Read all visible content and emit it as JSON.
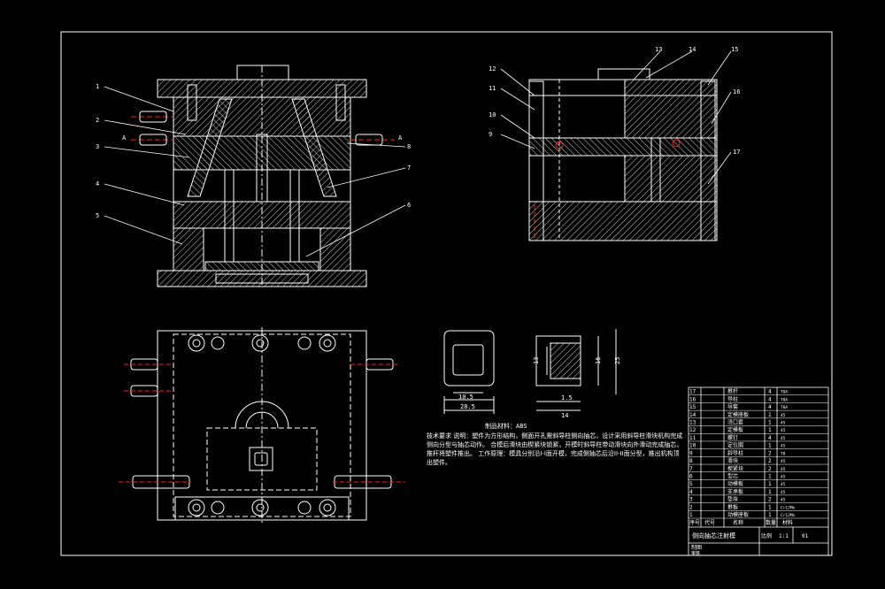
{
  "colors": {
    "background": "#000000",
    "line": "#ffffff",
    "accent": "#ff2020",
    "hatch": "#cfcfcf",
    "frame": "#ffffff"
  },
  "callouts_left": [
    "1",
    "2",
    "3",
    "4",
    "5",
    "6",
    "7",
    "8"
  ],
  "callouts_right": [
    "12",
    "11",
    "10",
    "9",
    "13",
    "14",
    "15",
    "16",
    "17"
  ],
  "section_marks": [
    "A",
    "A"
  ],
  "dims": {
    "front_width_inner": "10.5",
    "front_width_outer": "28.5",
    "side_height_inner": "13",
    "side_height_mid": "16",
    "side_height_outer": "25",
    "side_wall": "1.5",
    "side_depth": "14"
  },
  "material_label": "制品材料：ABS",
  "notes": {
    "heading": "技术要求",
    "line1": "说明：塑件为方形结构，侧面开孔需斜导柱侧向抽芯，设计采用斜导柱滑块机构完成侧向分型与抽芯动作。",
    "line2": "合模后滑块由楔紧块锁紧，开模时斜导柱带动滑块向外滑动完成抽芯，推杆将塑件推出。",
    "line3": "工作原理：模具分别沿I-I面开模，完成侧抽芯后沿II-II面分型，推出机构顶出塑件。"
  },
  "title_block": {
    "rows": [
      {
        "no": "17",
        "name": "推杆",
        "qty": "4",
        "mat": "T8A"
      },
      {
        "no": "16",
        "name": "导柱",
        "qty": "4",
        "mat": "T8A"
      },
      {
        "no": "15",
        "name": "导套",
        "qty": "4",
        "mat": "T8A"
      },
      {
        "no": "14",
        "name": "定模座板",
        "qty": "1",
        "mat": "45"
      },
      {
        "no": "13",
        "name": "浇口套",
        "qty": "1",
        "mat": "45"
      },
      {
        "no": "12",
        "name": "定模板",
        "qty": "1",
        "mat": "45"
      },
      {
        "no": "11",
        "name": "螺钉",
        "qty": "4",
        "mat": "45"
      },
      {
        "no": "10",
        "name": "定位圈",
        "qty": "1",
        "mat": "45"
      },
      {
        "no": "9",
        "name": "斜导柱",
        "qty": "2",
        "mat": "T8"
      },
      {
        "no": "8",
        "name": "滑块",
        "qty": "2",
        "mat": "45"
      },
      {
        "no": "7",
        "name": "楔紧块",
        "qty": "2",
        "mat": "45"
      },
      {
        "no": "6",
        "name": "型芯",
        "qty": "1",
        "mat": "45"
      },
      {
        "no": "5",
        "name": "动模板",
        "qty": "1",
        "mat": "45"
      },
      {
        "no": "4",
        "name": "支承板",
        "qty": "1",
        "mat": "45"
      },
      {
        "no": "3",
        "name": "垫块",
        "qty": "2",
        "mat": "45"
      },
      {
        "no": "2",
        "name": "推板",
        "qty": "1",
        "mat": "Cr12Mo"
      },
      {
        "no": "1",
        "name": "动模座板",
        "qty": "1",
        "mat": "Cr12Mo"
      }
    ],
    "header": {
      "no": "序号",
      "code": "代号",
      "name": "名称",
      "qty": "数量",
      "mat": "材料"
    },
    "title": "侧向抽芯注射模",
    "scale_label": "比例",
    "scale": "1:1",
    "drawing_no": "01",
    "sign1": "制图",
    "sign2": "审核"
  }
}
